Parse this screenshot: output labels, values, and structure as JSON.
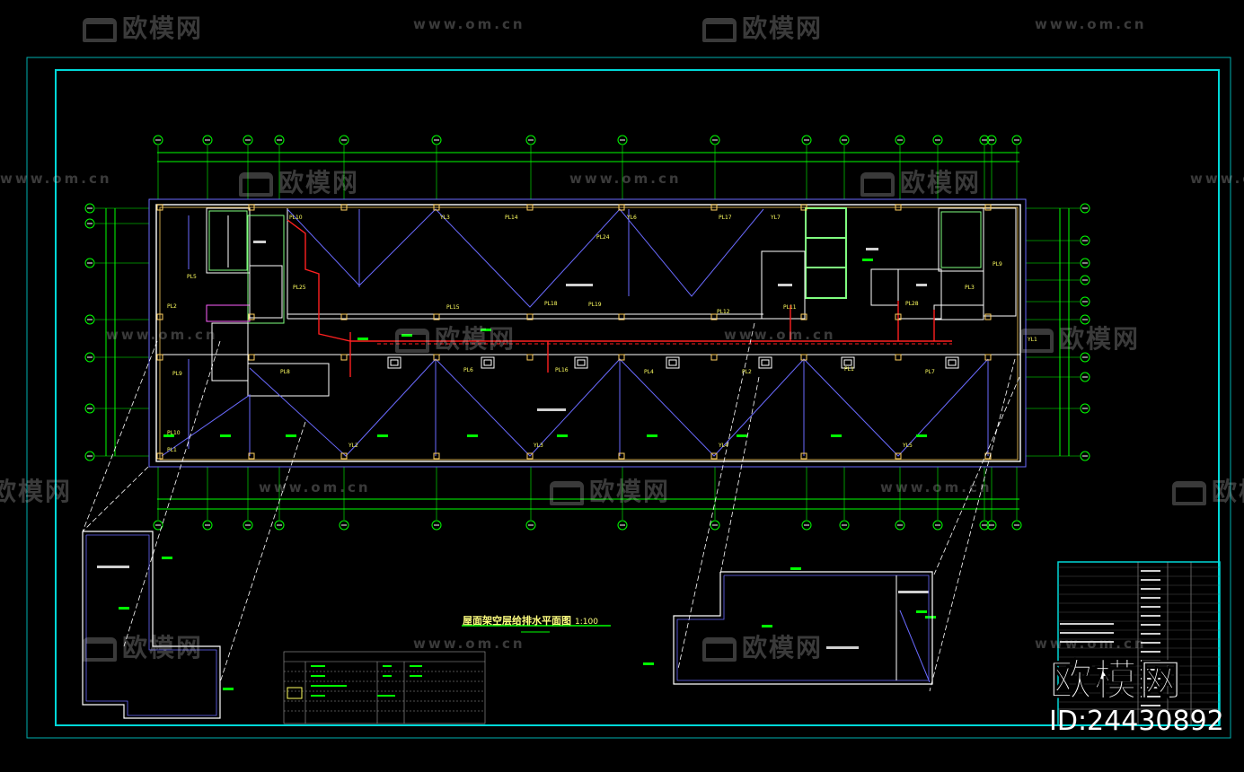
{
  "drawing": {
    "title": "屋面架空层给排水平面图",
    "scale": "1:100"
  },
  "watermark": {
    "brand": "欧模网",
    "url": "www.om.cn",
    "id_label": "ID:24430892"
  },
  "pipe_labels_top": [
    "PL10",
    "YL3",
    "PL14",
    "YL6",
    "PL17",
    "YL7",
    "PL24",
    "PL5",
    "PL25",
    "PL15",
    "PL18",
    "PL19",
    "PL12",
    "PL11",
    "PL2",
    "PL28",
    "PL3"
  ],
  "pipe_labels_bottom": [
    "PL9",
    "PL8",
    "PL6",
    "PL16",
    "PL4",
    "PL2",
    "PL1",
    "PL10",
    "PL1",
    "YL2",
    "YL3",
    "YL4",
    "YL5",
    "PL7",
    "YL1",
    "PL9"
  ],
  "colors": {
    "frame": "#00c8c8",
    "grid": "#00ff00",
    "wall": "#ffffff",
    "pipe_supply": "#ff2020",
    "pipe_drain": "#6060ff",
    "label": "#ffff60"
  }
}
